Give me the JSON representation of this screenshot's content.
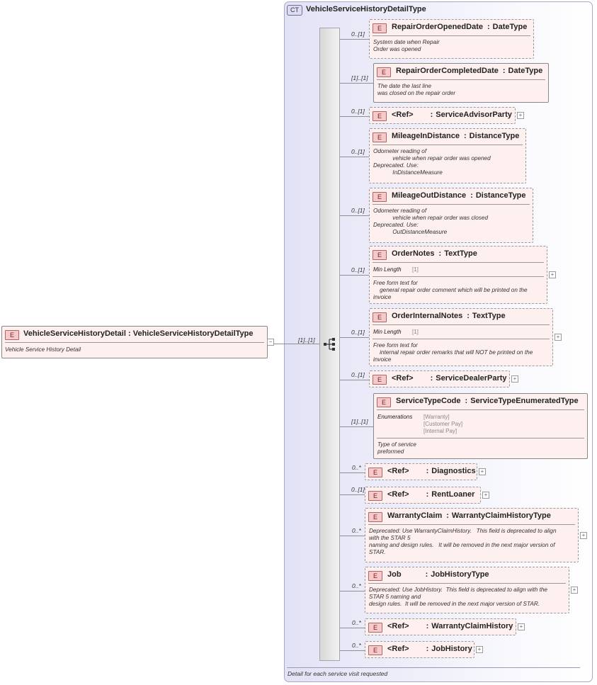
{
  "root": {
    "badge": "E",
    "name": "VehicleServiceHistoryDetail",
    "sep": ":",
    "type": "VehicleServiceHistoryDetailType",
    "doc": "Vehicle Service History Detail",
    "multiplicity": "[1]..[1]",
    "collapse": "−"
  },
  "complex_type": {
    "badge": "CT",
    "name": "VehicleServiceHistoryDetailType",
    "doc": "Detail for each service visit requested"
  },
  "elements": [
    {
      "name": "RepairOrderOpenedDate",
      "type": "DateType",
      "mult": "0..[1]",
      "doc": "System date when Repair\nOrder was opened",
      "optional": true
    },
    {
      "name": "RepairOrderCompletedDate",
      "type": "DateType",
      "mult": "[1]..[1]",
      "doc": "The date the last line\nwas closed on the repair order",
      "optional": false
    },
    {
      "name": "<Ref>",
      "type": "ServiceAdvisorParty",
      "mult": "0..[1]",
      "doc": "",
      "optional": true
    },
    {
      "name": "MileageInDistance",
      "type": "DistanceType",
      "mult": "0..[1]",
      "doc": "Odometer reading of\n            vehicle when repair order was opened\nDeprecated. Use:\n            InDistanceMeasure",
      "optional": true
    },
    {
      "name": "MileageOutDistance",
      "type": "DistanceType",
      "mult": "0..[1]",
      "doc": "Odometer reading of\n            vehicle when repair order was closed\nDeprecated. Use:\n            OutDistanceMeasure",
      "optional": true
    },
    {
      "name": "OrderNotes",
      "type": "TextType",
      "mult": "0..[1]",
      "facet_key": "Min Length",
      "facet_val": "[1]",
      "doc": "Free form text for\n    general repair order comment which will be printed on the\ninvoice",
      "optional": true
    },
    {
      "name": "OrderInternalNotes",
      "type": "TextType",
      "mult": "0..[1]",
      "facet_key": "Min Length",
      "facet_val": "[1]",
      "doc": "Free form text for\n    internal repair order remarks that will NOT be printed on the\ninvoice",
      "optional": true
    },
    {
      "name": "<Ref>",
      "type": "ServiceDealerParty",
      "mult": "0..[1]",
      "doc": "",
      "optional": true
    },
    {
      "name": "ServiceTypeCode",
      "type": "ServiceTypeEnumeratedType",
      "mult": "[1]..[1]",
      "facet_key": "Enumerations",
      "facet_val": "[Warranty]\n[Customer Pay]\n[Internal Pay]",
      "doc": "Type of service\npreformed",
      "optional": false
    },
    {
      "name": "<Ref>",
      "type": "Diagnostics",
      "mult": "0..*",
      "doc": "",
      "optional": true
    },
    {
      "name": "<Ref>",
      "type": "RentLoaner",
      "mult": "0..[1]",
      "doc": "",
      "optional": true
    },
    {
      "name": "WarrantyClaim",
      "type": "WarrantyClaimHistoryType",
      "mult": "0..*",
      "doc": "Deprecated: Use WarrantyClaimHistory.   This field is deprecated to align\nwith the STAR 5\nnaming and design rules.   It will be removed in the next major version of\nSTAR.",
      "optional": true
    },
    {
      "name": "Job",
      "type": "JobHistoryType",
      "mult": "0..*",
      "doc": "Deprecated: Use JobHistory.  This field is deprecated to align with the\nSTAR 5 naming and\ndesign rules.  It will be removed in the next major version of STAR.",
      "optional": true
    },
    {
      "name": "<Ref>",
      "type": "WarrantyClaimHistory",
      "mult": "0..*",
      "doc": "",
      "optional": true
    },
    {
      "name": "<Ref>",
      "type": "JobHistory",
      "mult": "0..*",
      "doc": "",
      "optional": true
    }
  ],
  "icons": {
    "element_badge": "E",
    "expand": "+",
    "sequence": "sequence-icon"
  }
}
